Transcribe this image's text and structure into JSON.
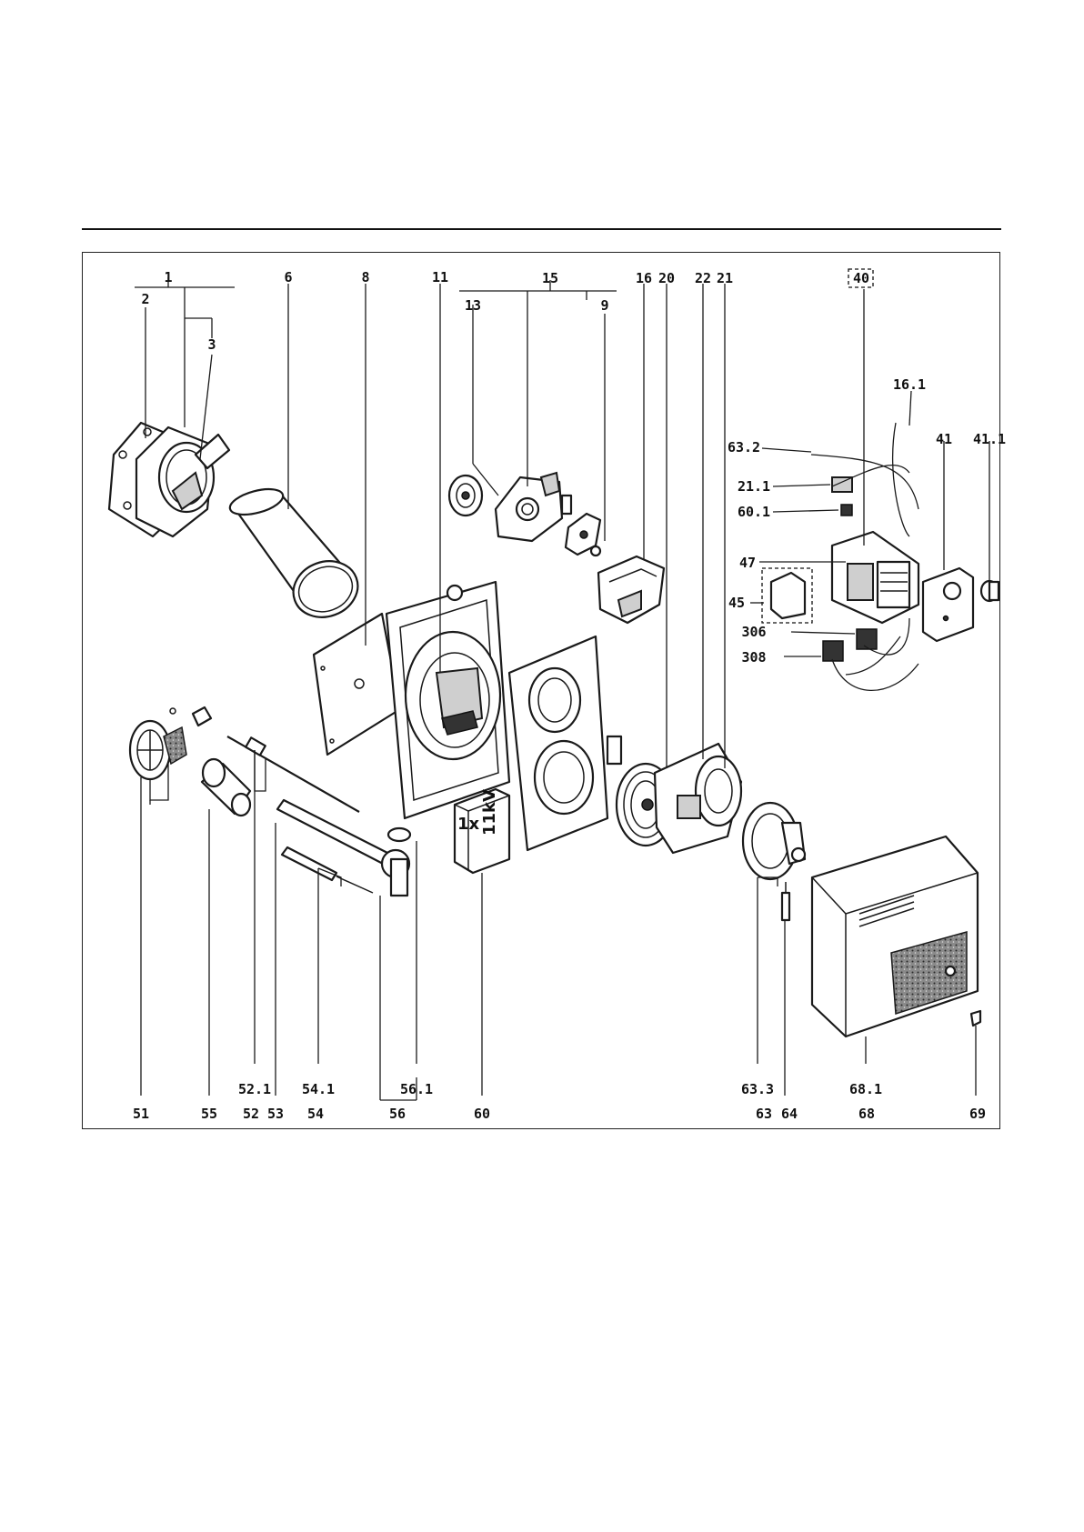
{
  "labels": {
    "l1": "1",
    "l2": "2",
    "l3": "3",
    "l6": "6",
    "l8": "8",
    "l11": "11",
    "l15": "15",
    "l13": "13",
    "l9": "9",
    "l16": "16",
    "l20": "20",
    "l22": "22",
    "l21": "21",
    "l40": "40",
    "l16_1": "16.1",
    "l63_2": "63.2",
    "l41": "41",
    "l41_1": "41.1",
    "l21_1": "21.1",
    "l60_1": "60.1",
    "l47": "47",
    "l45": "45",
    "l306": "306",
    "l308": "308",
    "l51": "51",
    "l55": "55",
    "l52_1": "52.1",
    "l52": "52",
    "l53": "53",
    "l54_1": "54.1",
    "l54": "54",
    "l56_1": "56.1",
    "l56": "56",
    "l60": "60",
    "l63_3": "63.3",
    "l63": "63",
    "l64": "64",
    "l68_1": "68.1",
    "l68": "68",
    "l69": "69"
  },
  "transformer_marking": {
    "count": "1x",
    "voltage": "11kV"
  }
}
